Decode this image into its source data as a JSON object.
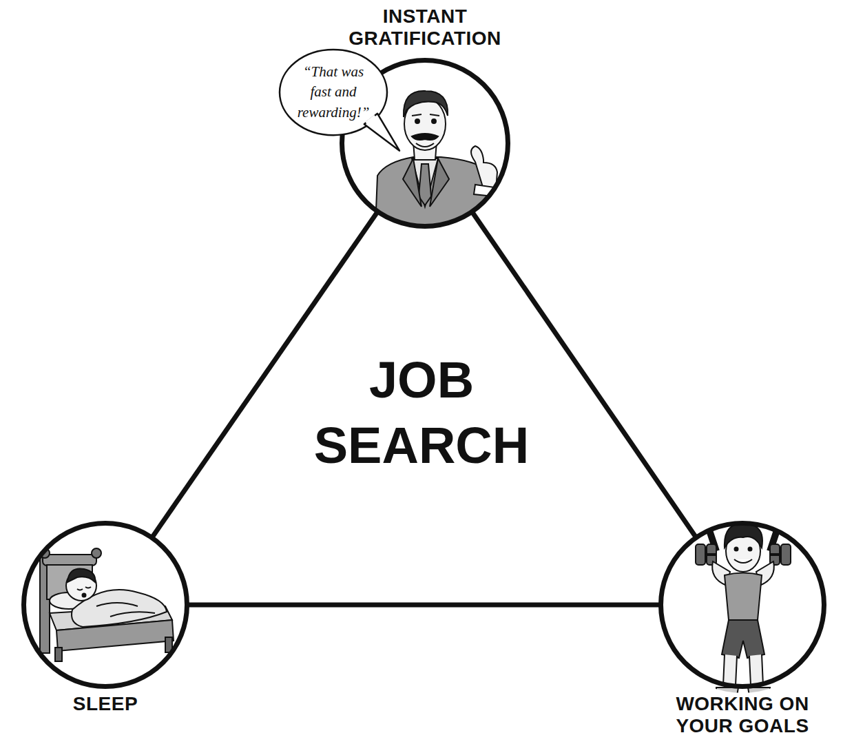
{
  "diagram": {
    "title": "JOB SEARCH",
    "nodes": [
      {
        "text": [
          "INSTANT GRATIFICATION"
        ]
      },
      {
        "text": [
          "“That was fast and rewarding!”"
        ]
      },
      {
        "text": [
          "SLEEP"
        ]
      },
      {
        "text": [
          "WORKING ON YOUR GOALS"
        ]
      }
    ],
    "edges": [
      {
        "from": 0,
        "to": 2,
        "arrow": "none"
      },
      {
        "from": 2,
        "to": 3,
        "arrow": "none"
      },
      {
        "from": 3,
        "to": 0,
        "arrow": "none"
      }
    ]
  }
}
